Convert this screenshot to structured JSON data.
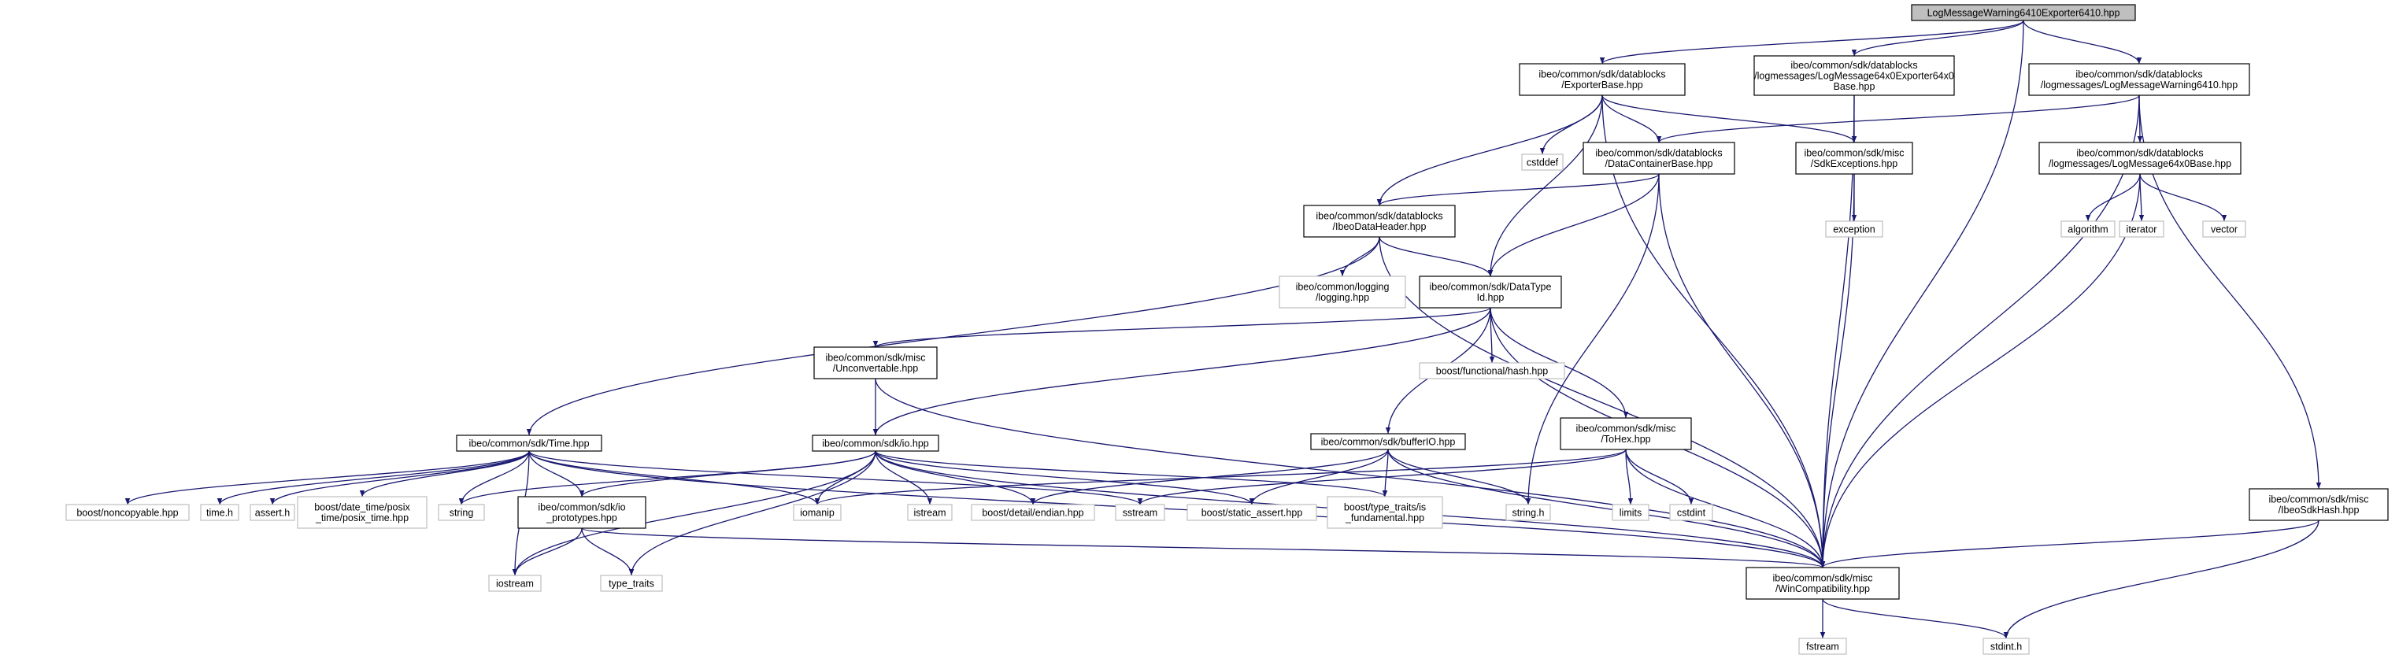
{
  "colors": {
    "edge": "#191970",
    "edge_head": "#191970",
    "node_border": "#000000",
    "external_border": "#bfbfbf",
    "root_fill": "#bfbfbf",
    "node_fill": "#ffffff",
    "text": "#000000"
  },
  "graph": {
    "nodes": [
      {
        "id": "root",
        "kind": "root",
        "lines": [
          "LogMessageWarning6410Exporter6410.hpp"
        ]
      },
      {
        "id": "exporterbase",
        "kind": "internal",
        "lines": [
          "ibeo/common/sdk/datablocks",
          "/ExporterBase.hpp"
        ]
      },
      {
        "id": "lm64x0exporterbase",
        "kind": "internal",
        "lines": [
          "ibeo/common/sdk/datablocks",
          "/logmessages/LogMessage64x0Exporter64x0",
          "Base.hpp"
        ]
      },
      {
        "id": "lmwarning6410",
        "kind": "internal",
        "lines": [
          "ibeo/common/sdk/datablocks",
          "/logmessages/LogMessageWarning6410.hpp"
        ]
      },
      {
        "id": "cstddef",
        "kind": "external",
        "lines": [
          "cstddef"
        ]
      },
      {
        "id": "datacontainerbase",
        "kind": "internal",
        "lines": [
          "ibeo/common/sdk/datablocks",
          "/DataContainerBase.hpp"
        ]
      },
      {
        "id": "sdkexceptions",
        "kind": "internal",
        "lines": [
          "ibeo/common/sdk/misc",
          "/SdkExceptions.hpp"
        ]
      },
      {
        "id": "lm64x0base",
        "kind": "internal",
        "lines": [
          "ibeo/common/sdk/datablocks",
          "/logmessages/LogMessage64x0Base.hpp"
        ]
      },
      {
        "id": "ibeodataheader",
        "kind": "internal",
        "lines": [
          "ibeo/common/sdk/datablocks",
          "/IbeoDataHeader.hpp"
        ]
      },
      {
        "id": "exception",
        "kind": "external",
        "lines": [
          "exception"
        ]
      },
      {
        "id": "algorithm",
        "kind": "external",
        "lines": [
          "algorithm"
        ]
      },
      {
        "id": "iterator",
        "kind": "external",
        "lines": [
          "iterator"
        ]
      },
      {
        "id": "vector",
        "kind": "external",
        "lines": [
          "vector"
        ]
      },
      {
        "id": "logging",
        "kind": "external",
        "lines": [
          "ibeo/common/logging",
          "/logging.hpp"
        ]
      },
      {
        "id": "datatypeid",
        "kind": "internal",
        "lines": [
          "ibeo/common/sdk/DataType",
          "Id.hpp"
        ]
      },
      {
        "id": "unconvertable",
        "kind": "internal",
        "lines": [
          "ibeo/common/sdk/misc",
          "/Unconvertable.hpp"
        ]
      },
      {
        "id": "hash",
        "kind": "external",
        "lines": [
          "boost/functional/hash.hpp"
        ]
      },
      {
        "id": "time",
        "kind": "internal",
        "lines": [
          "ibeo/common/sdk/Time.hpp"
        ]
      },
      {
        "id": "io",
        "kind": "internal",
        "lines": [
          "ibeo/common/sdk/io.hpp"
        ]
      },
      {
        "id": "bufferio",
        "kind": "internal",
        "lines": [
          "ibeo/common/sdk/bufferIO.hpp"
        ]
      },
      {
        "id": "tohex",
        "kind": "internal",
        "lines": [
          "ibeo/common/sdk/misc",
          "/ToHex.hpp"
        ]
      },
      {
        "id": "ibeosdkhash",
        "kind": "internal",
        "lines": [
          "ibeo/common/sdk/misc",
          "/IbeoSdkHash.hpp"
        ]
      },
      {
        "id": "noncopyable",
        "kind": "external",
        "lines": [
          "boost/noncopyable.hpp"
        ]
      },
      {
        "id": "timeh",
        "kind": "external",
        "lines": [
          "time.h"
        ]
      },
      {
        "id": "asserth",
        "kind": "external",
        "lines": [
          "assert.h"
        ]
      },
      {
        "id": "posixtime",
        "kind": "external",
        "lines": [
          "boost/date_time/posix",
          "_time/posix_time.hpp"
        ]
      },
      {
        "id": "string",
        "kind": "external",
        "lines": [
          "string"
        ]
      },
      {
        "id": "ioprototypes",
        "kind": "internal",
        "lines": [
          "ibeo/common/sdk/io",
          "_prototypes.hpp"
        ]
      },
      {
        "id": "iomanip",
        "kind": "external",
        "lines": [
          "iomanip"
        ]
      },
      {
        "id": "istream",
        "kind": "external",
        "lines": [
          "istream"
        ]
      },
      {
        "id": "endian",
        "kind": "external",
        "lines": [
          "boost/detail/endian.hpp"
        ]
      },
      {
        "id": "sstream",
        "kind": "external",
        "lines": [
          "sstream"
        ]
      },
      {
        "id": "staticassert",
        "kind": "external",
        "lines": [
          "boost/static_assert.hpp"
        ]
      },
      {
        "id": "isfundamental",
        "kind": "external",
        "lines": [
          "boost/type_traits/is",
          "_fundamental.hpp"
        ]
      },
      {
        "id": "stringh",
        "kind": "external",
        "lines": [
          "string.h"
        ]
      },
      {
        "id": "limits",
        "kind": "external",
        "lines": [
          "limits"
        ]
      },
      {
        "id": "cstdint",
        "kind": "external",
        "lines": [
          "cstdint"
        ]
      },
      {
        "id": "iostream",
        "kind": "external",
        "lines": [
          "iostream"
        ]
      },
      {
        "id": "typetraits",
        "kind": "external",
        "lines": [
          "type_traits"
        ]
      },
      {
        "id": "wincompat",
        "kind": "internal",
        "lines": [
          "ibeo/common/sdk/misc",
          "/WinCompatibility.hpp"
        ]
      },
      {
        "id": "fstream",
        "kind": "external",
        "lines": [
          "fstream"
        ]
      },
      {
        "id": "stdinth",
        "kind": "external",
        "lines": [
          "stdint.h"
        ]
      }
    ],
    "edges": [
      [
        "root",
        "exporterbase"
      ],
      [
        "root",
        "lm64x0exporterbase"
      ],
      [
        "root",
        "lmwarning6410"
      ],
      [
        "root",
        "wincompat"
      ],
      [
        "exporterbase",
        "cstddef"
      ],
      [
        "exporterbase",
        "datacontainerbase"
      ],
      [
        "exporterbase",
        "sdkexceptions"
      ],
      [
        "exporterbase",
        "ibeodataheader"
      ],
      [
        "exporterbase",
        "datatypeid"
      ],
      [
        "exporterbase",
        "wincompat"
      ],
      [
        "lm64x0exporterbase",
        "sdkexceptions"
      ],
      [
        "lm64x0exporterbase",
        "wincompat"
      ],
      [
        "lmwarning6410",
        "datacontainerbase"
      ],
      [
        "lmwarning6410",
        "lm64x0base"
      ],
      [
        "lmwarning6410",
        "ibeosdkhash"
      ],
      [
        "lmwarning6410",
        "wincompat"
      ],
      [
        "datacontainerbase",
        "ibeodataheader"
      ],
      [
        "datacontainerbase",
        "datatypeid"
      ],
      [
        "datacontainerbase",
        "stringh"
      ],
      [
        "datacontainerbase",
        "wincompat"
      ],
      [
        "sdkexceptions",
        "exception"
      ],
      [
        "sdkexceptions",
        "wincompat"
      ],
      [
        "lm64x0base",
        "algorithm"
      ],
      [
        "lm64x0base",
        "iterator"
      ],
      [
        "lm64x0base",
        "vector"
      ],
      [
        "lm64x0base",
        "wincompat"
      ],
      [
        "ibeodataheader",
        "logging"
      ],
      [
        "ibeodataheader",
        "datatypeid"
      ],
      [
        "ibeodataheader",
        "time"
      ],
      [
        "ibeodataheader",
        "wincompat"
      ],
      [
        "datatypeid",
        "unconvertable"
      ],
      [
        "datatypeid",
        "hash"
      ],
      [
        "datatypeid",
        "io"
      ],
      [
        "datatypeid",
        "bufferio"
      ],
      [
        "datatypeid",
        "tohex"
      ],
      [
        "datatypeid",
        "wincompat"
      ],
      [
        "unconvertable",
        "io"
      ],
      [
        "unconvertable",
        "wincompat"
      ],
      [
        "time",
        "noncopyable"
      ],
      [
        "time",
        "timeh"
      ],
      [
        "time",
        "asserth"
      ],
      [
        "time",
        "posixtime"
      ],
      [
        "time",
        "string"
      ],
      [
        "time",
        "ioprototypes"
      ],
      [
        "time",
        "iomanip"
      ],
      [
        "time",
        "sstream"
      ],
      [
        "time",
        "iostream"
      ],
      [
        "time",
        "wincompat"
      ],
      [
        "io",
        "string"
      ],
      [
        "io",
        "ioprototypes"
      ],
      [
        "io",
        "iomanip"
      ],
      [
        "io",
        "istream"
      ],
      [
        "io",
        "endian"
      ],
      [
        "io",
        "staticassert"
      ],
      [
        "io",
        "isfundamental"
      ],
      [
        "io",
        "iostream"
      ],
      [
        "io",
        "typetraits"
      ],
      [
        "io",
        "wincompat"
      ],
      [
        "bufferio",
        "endian"
      ],
      [
        "bufferio",
        "staticassert"
      ],
      [
        "bufferio",
        "isfundamental"
      ],
      [
        "bufferio",
        "stringh"
      ],
      [
        "bufferio",
        "wincompat"
      ],
      [
        "tohex",
        "iomanip"
      ],
      [
        "tohex",
        "sstream"
      ],
      [
        "tohex",
        "limits"
      ],
      [
        "tohex",
        "cstdint"
      ],
      [
        "tohex",
        "wincompat"
      ],
      [
        "ioprototypes",
        "iostream"
      ],
      [
        "ioprototypes",
        "typetraits"
      ],
      [
        "ioprototypes",
        "wincompat"
      ],
      [
        "ibeosdkhash",
        "stdinth"
      ],
      [
        "ibeosdkhash",
        "wincompat"
      ],
      [
        "wincompat",
        "fstream"
      ],
      [
        "wincompat",
        "stdinth"
      ]
    ]
  }
}
